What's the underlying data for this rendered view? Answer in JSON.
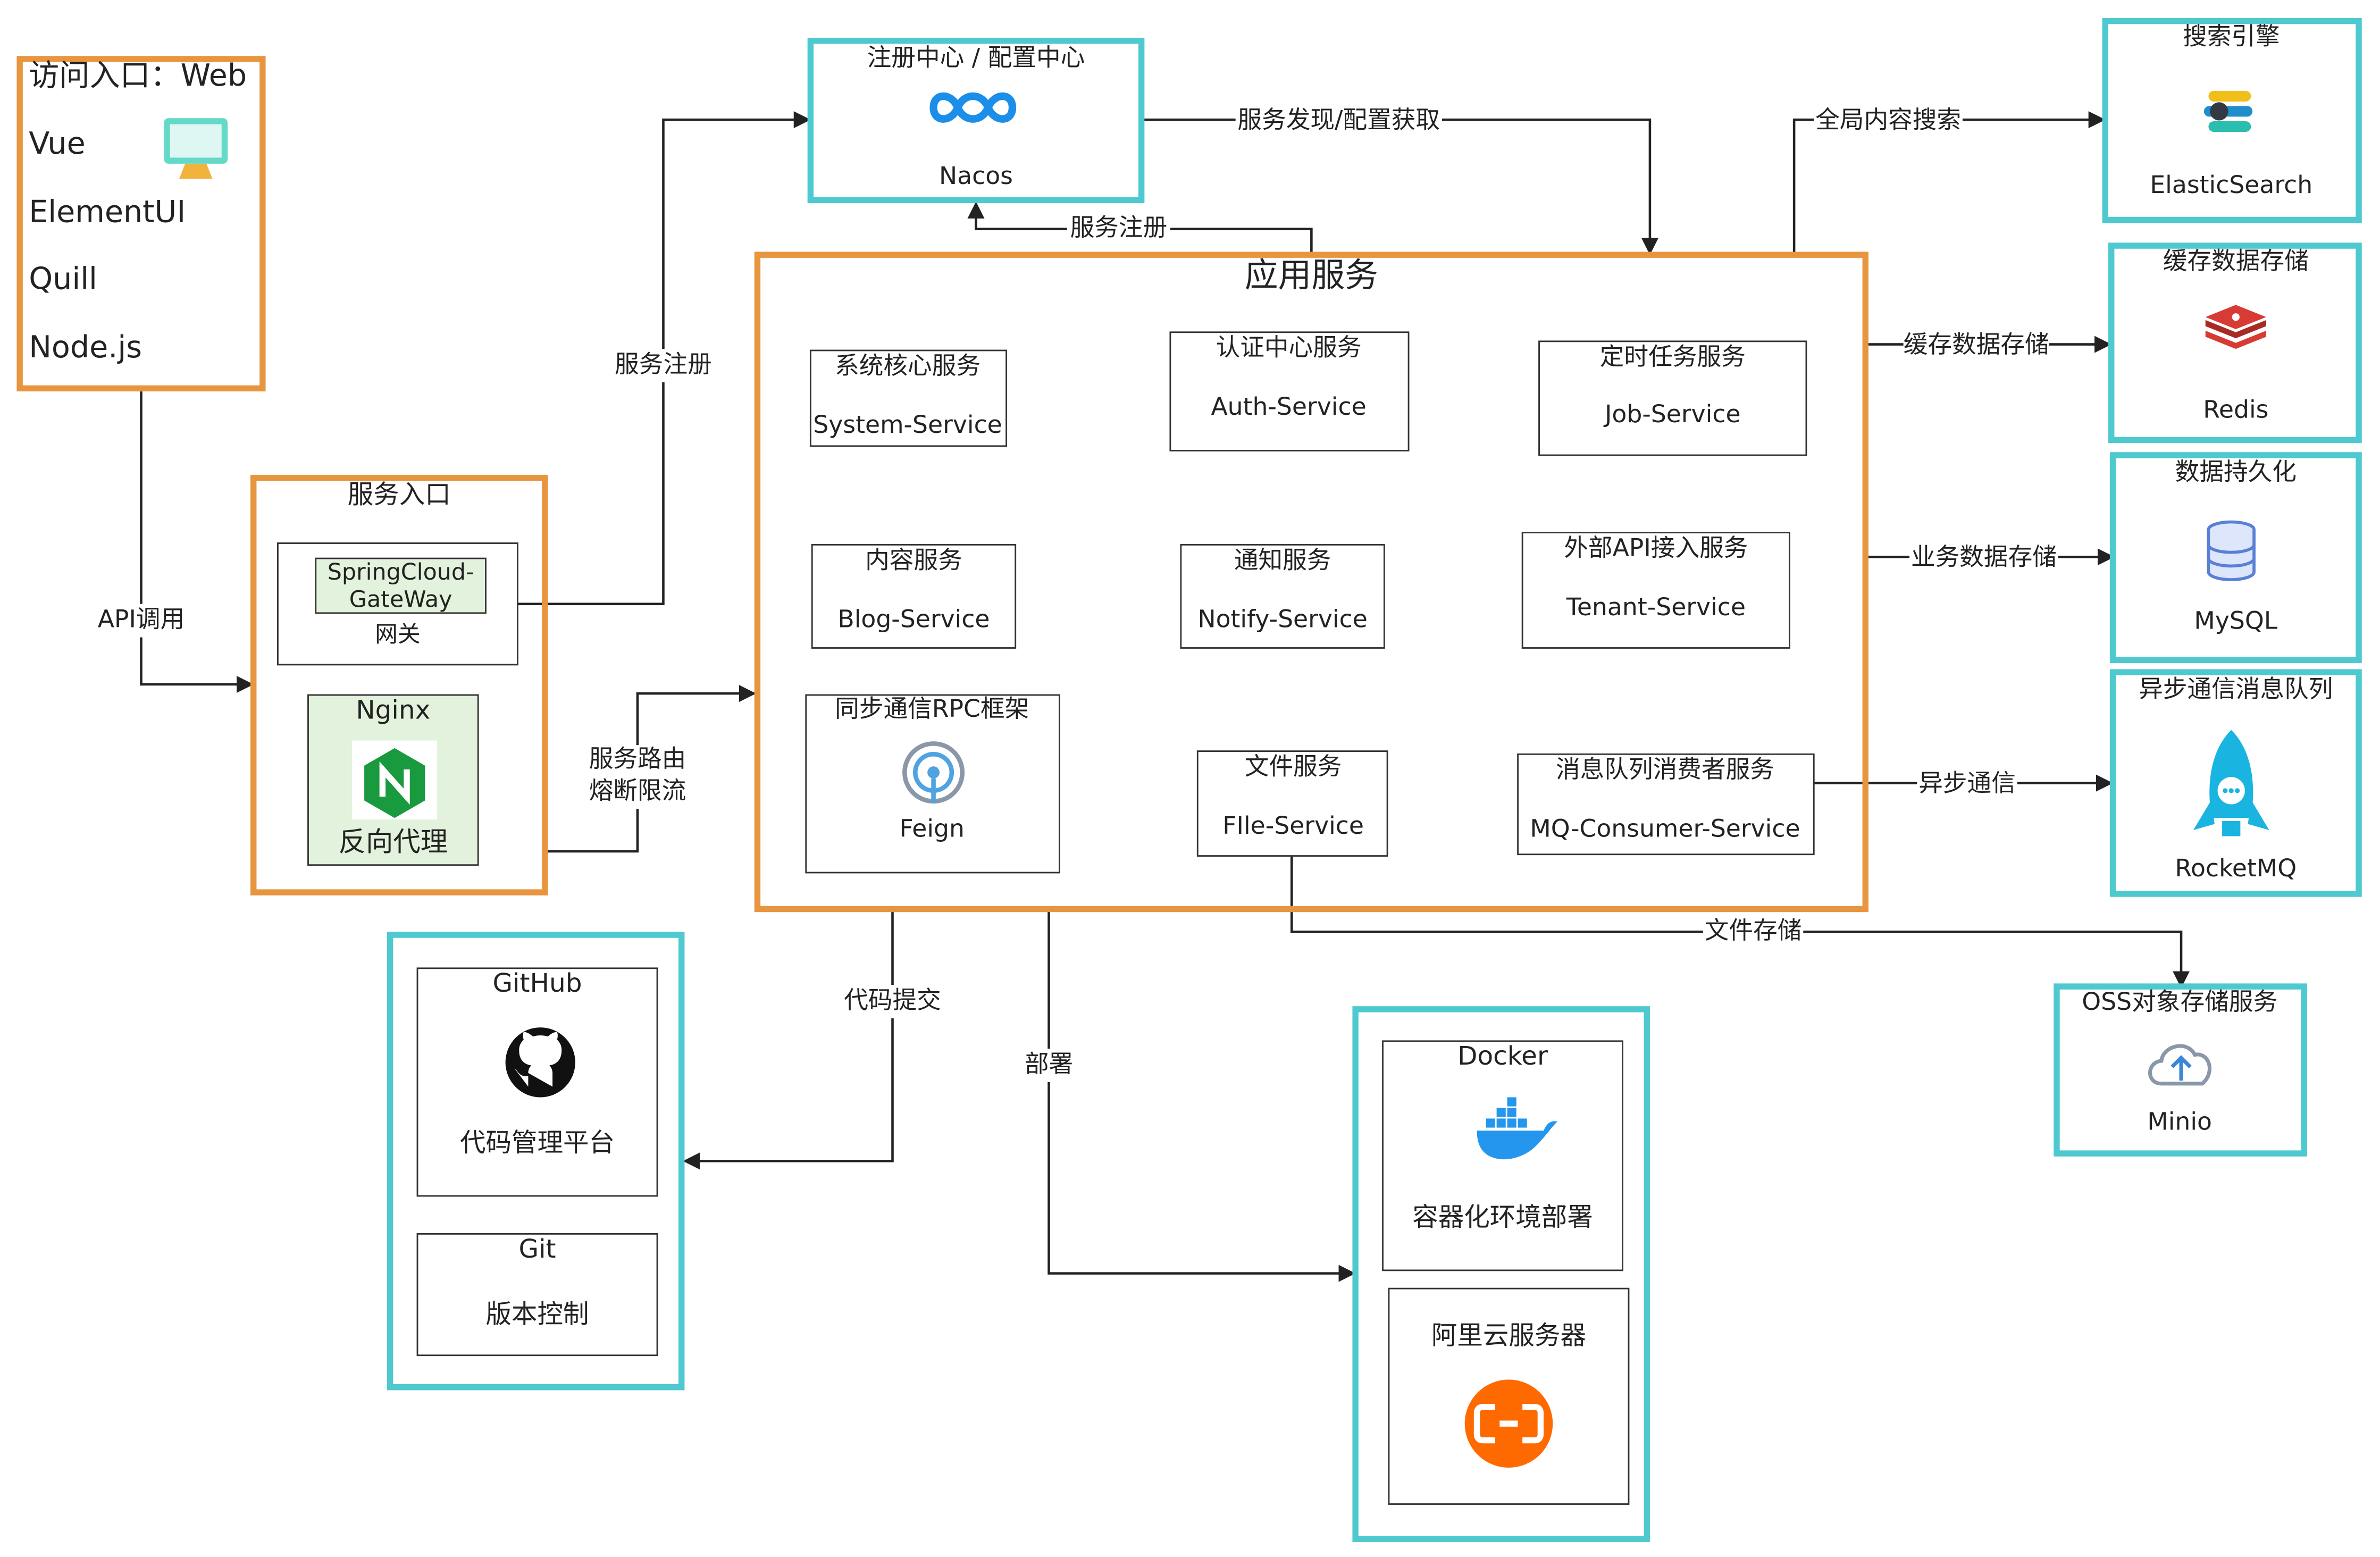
{
  "access": {
    "title": "访问入口：Web",
    "items": [
      "Vue",
      "ElementUI",
      "Quill",
      "Node.js"
    ]
  },
  "gateway_group": {
    "title": "服务入口",
    "gateway_name": "SpringCloud-\nGateWay",
    "gateway_name_lines": [
      "SpringCloud-",
      "GateWay"
    ],
    "gateway_caption": "网关",
    "nginx_title": "Nginx",
    "nginx_caption": "反向代理"
  },
  "nacos": {
    "title": "注册中心 / 配置中心",
    "name": "Nacos"
  },
  "app": {
    "title": "应用服务",
    "services": [
      {
        "title": "系统核心服务",
        "name": "System-Service"
      },
      {
        "title": "认证中心服务",
        "name": "Auth-Service"
      },
      {
        "title": "定时任务服务",
        "name": "Job-Service"
      },
      {
        "title": "内容服务",
        "name": "Blog-Service"
      },
      {
        "title": "通知服务",
        "name": "Notify-Service"
      },
      {
        "title": "外部API接入服务",
        "name": "Tenant-Service"
      },
      {
        "title": "同步通信RPC框架",
        "name": "Feign"
      },
      {
        "title": "文件服务",
        "name": "FIle-Service"
      },
      {
        "title": "消息队列消费者服务",
        "name": "MQ-Consumer-Service"
      }
    ]
  },
  "right_services": [
    {
      "title": "搜索引擎",
      "name": "ElasticSearch"
    },
    {
      "title": "缓存数据存储",
      "name": "Redis"
    },
    {
      "title": "数据持久化",
      "name": "MySQL"
    },
    {
      "title": "异步通信消息队列",
      "name": "RocketMQ"
    },
    {
      "title": "OSS对象存储服务",
      "name": "Minio"
    }
  ],
  "vcs": {
    "github_title": "GitHub",
    "github_caption": "代码管理平台",
    "git_title": "Git",
    "git_caption": "版本控制"
  },
  "deploy": {
    "docker_title": "Docker",
    "docker_caption": "容器化环境部署",
    "aliyun_title": "阿里云服务器"
  },
  "edges": {
    "api_call": "API调用",
    "register_gateway": "服务注册",
    "discovery_config": "服务发现/配置获取",
    "register_app": "服务注册",
    "routing_1": "服务路由",
    "routing_2": "熔断限流",
    "global_search": "全局内容搜索",
    "cache_store": "缓存数据存储",
    "business_store": "业务数据存储",
    "async_comm": "异步通信",
    "file_store": "文件存储",
    "code_commit": "代码提交",
    "deploy": "部署"
  },
  "colors": {
    "orange_border": "#e8953f",
    "teal_border": "#4ec9cf",
    "nginx_bg": "#e2f2dc",
    "nginx_logo": "#1a9a3e",
    "redis": "#d83a34",
    "mysql": "#5a7fd6",
    "rocketmq": "#19b4e0",
    "minio": "#3a86d8",
    "docker": "#2496ed",
    "aliyun": "#ff6a00",
    "nacos": "#1a8ee8"
  },
  "icons": {
    "access": "monitor-icon",
    "nacos": "infinity-logo-icon",
    "elasticsearch": "elasticsearch-logo-icon",
    "redis": "redis-logo-icon",
    "mysql": "database-icon",
    "rocketmq": "rocket-icon",
    "minio": "cloud-upload-icon",
    "feign": "rpc-signal-icon",
    "nginx": "nginx-logo-icon",
    "github": "github-logo-icon",
    "docker": "docker-whale-icon",
    "aliyun": "aliyun-logo-icon"
  }
}
